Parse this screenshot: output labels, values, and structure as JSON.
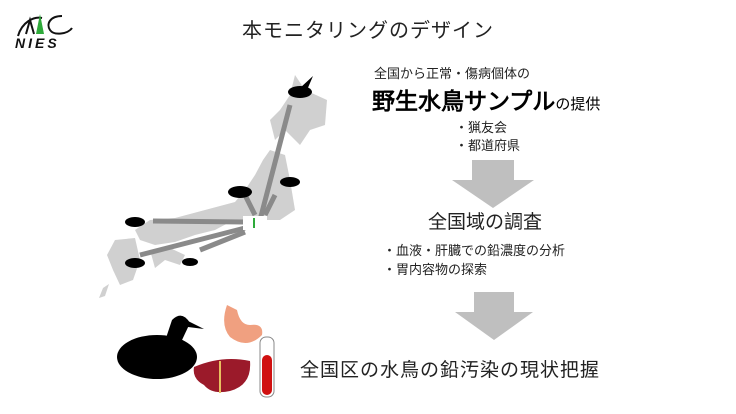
{
  "title": "本モニタリングのデザイン",
  "logo": {
    "text": "NIES"
  },
  "supply": {
    "line1": "全国から正常・傷病個体の",
    "bold": "野生水鳥サンプル",
    "suffix": "の提供",
    "bullets": [
      "・猟友会",
      "・都道府県"
    ]
  },
  "survey": {
    "heading": "全国域の調査",
    "bullets": [
      "・血液・肝臓での鉛濃度の分析",
      "・胃内容物の探索"
    ]
  },
  "result": "全国区の水鳥の鉛汚染の現状把握",
  "colors": {
    "arrow": "#bfbfbf",
    "map": "#d0d0d0",
    "map_arrow": "#8a8a8a",
    "logo_green": "#2eaa3a",
    "stomach": "#f0a080",
    "liver": "#9b1a2a",
    "blood": "#d01010"
  }
}
